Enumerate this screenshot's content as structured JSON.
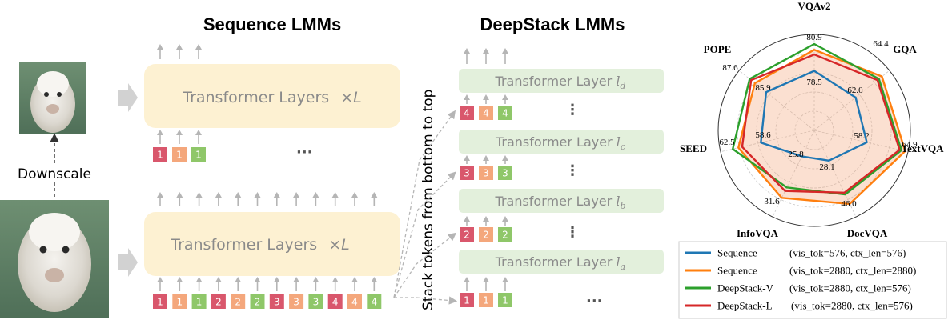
{
  "titles": {
    "sequence": "Sequence LMMs",
    "deepstack": "DeepStack LMMs"
  },
  "labels": {
    "downscale": "Downscale",
    "stack_tokens": "Stack tokens from bottom to top",
    "transformer_layers": "Transformer Layers",
    "times_L": "×L",
    "transformer_layer": "Transformer Layer",
    "layer_d": "l",
    "layer_d_sub": "d",
    "layer_c_sub": "c",
    "layer_b_sub": "b",
    "layer_a_sub": "a",
    "ellipsis": "···",
    "vdots": "⋮"
  },
  "tokens": {
    "small": [
      "1",
      "1",
      "1"
    ],
    "long": [
      "1",
      "1",
      "1",
      "2",
      "2",
      "2",
      "3",
      "3",
      "3",
      "4",
      "4",
      "4"
    ],
    "stack_4": [
      "4",
      "4",
      "4"
    ],
    "stack_3": [
      "3",
      "3",
      "3"
    ],
    "stack_2": [
      "2",
      "2",
      "2"
    ],
    "stack_1": [
      "1",
      "1",
      "1"
    ]
  },
  "colors": {
    "token_red": "#d9576c",
    "token_orange": "#f4a77c",
    "token_green": "#8fc769",
    "yellow_box": "#fdf1d2",
    "green_box": "#e3f0dc",
    "arrow": "#b5b5b5",
    "seq_blue": "#1f77b4",
    "seq_orange": "#ff7f0e",
    "ds_green": "#2ca02c",
    "ds_red": "#d62728"
  },
  "chart_data": {
    "type": "radar",
    "axes": [
      "VQAv2",
      "GQA",
      "TextVQA",
      "DocVQA",
      "InfoVQA",
      "SEED",
      "POPE"
    ],
    "value_labels": [
      "80.9",
      "64.4",
      "64.9",
      "46.0",
      "31.6",
      "62.5",
      "87.6"
    ],
    "inner_labels": [
      "78.5",
      "62.0",
      "58.2",
      "28.1",
      "25.8",
      "58.6",
      "85.9"
    ],
    "series": [
      {
        "name": "Sequence",
        "detail": "(vis_tok=576, ctx_len=576)",
        "color": "#1f77b4",
        "values": [
          0.62,
          0.55,
          0.56,
          0.35,
          0.3,
          0.57,
          0.64
        ]
      },
      {
        "name": "Sequence",
        "detail": "(vis_tok=2880, ctx_len=2880)",
        "color": "#ff7f0e",
        "values": [
          0.84,
          0.9,
          0.97,
          0.85,
          0.78,
          0.81,
          0.79
        ]
      },
      {
        "name": "DeepStack-V",
        "detail": "(vis_tok=2880, ctx_len=576)",
        "color": "#2ca02c",
        "values": [
          0.9,
          0.86,
          0.93,
          0.74,
          0.66,
          0.87,
          0.86
        ]
      },
      {
        "name": "DeepStack-L",
        "detail": "(vis_tok=2880, ctx_len=576)",
        "color": "#d62728",
        "values": [
          0.79,
          0.84,
          0.91,
          0.72,
          0.7,
          0.77,
          0.84
        ]
      }
    ]
  }
}
